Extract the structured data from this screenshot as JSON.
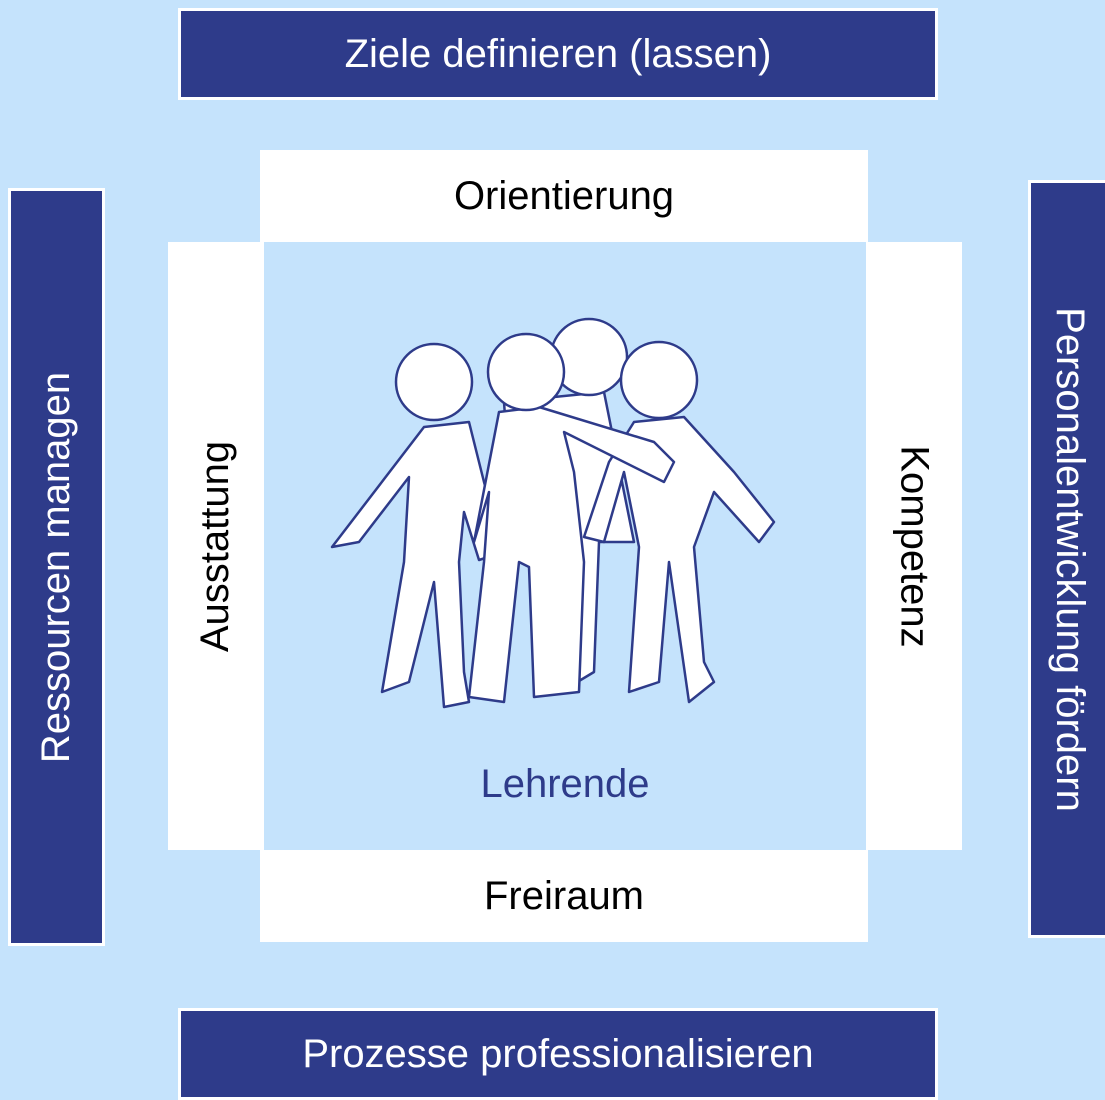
{
  "outer": {
    "top": "Ziele definieren (lassen)",
    "bottom": "Prozesse professionalisieren",
    "left": "Ressourcen managen",
    "right": "Personalentwicklung fördern"
  },
  "inner": {
    "top": "Orientierung",
    "bottom": "Freiraum",
    "left": "Ausstattung",
    "right": "Kompetenz"
  },
  "center": {
    "label": "Lehrende",
    "illustration": "group-of-people-icon"
  },
  "colors": {
    "background": "#c5e3fc",
    "dark_box": "#2e3b8a",
    "white_box": "#ffffff",
    "center_text": "#2e3b8a"
  }
}
